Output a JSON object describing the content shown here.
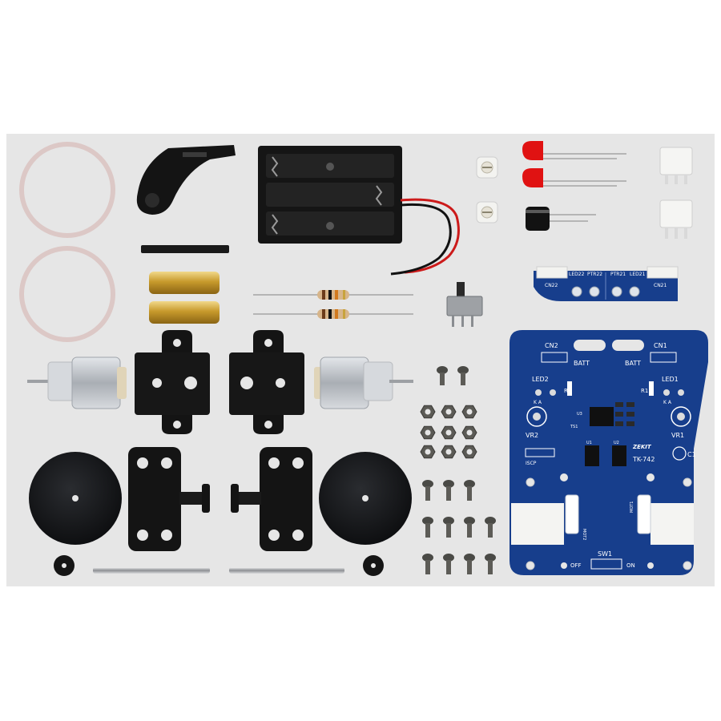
{
  "colors": {
    "backdrop": "#e6e6e6",
    "pcb": "#173e8c",
    "pcb_text": "#ffffff",
    "plastic": "#141414",
    "brass": "#c9a33c",
    "led_red": "#e01212",
    "motor_metal": "#b9bdc2"
  },
  "pcb": {
    "cn2": "CN2",
    "cn1": "CN1",
    "batt_left": "BATT",
    "batt_right": "BATT",
    "led2": "LED2",
    "led1": "LED1",
    "r2": "R2",
    "r1": "R1",
    "ka_left": "K  A",
    "ka_right": "K  A",
    "vr2": "VR2",
    "vr1": "VR1",
    "c1": "C1",
    "u1": "U1",
    "u2": "U2",
    "u3": "U3",
    "ts1": "TS1",
    "iscp": "ISCP",
    "brand": "ZEKIT",
    "model": "TK-742",
    "mot2": "MOT2",
    "mot1": "MOT1",
    "sw1": "SW1",
    "off": "OFF",
    "on": "ON"
  },
  "sensor_board": {
    "cn22": "CN22",
    "led22": "LED22",
    "ptr22": "PTR22",
    "ptr21": "PTR21",
    "led21": "LED21",
    "cn21": "CN21"
  }
}
